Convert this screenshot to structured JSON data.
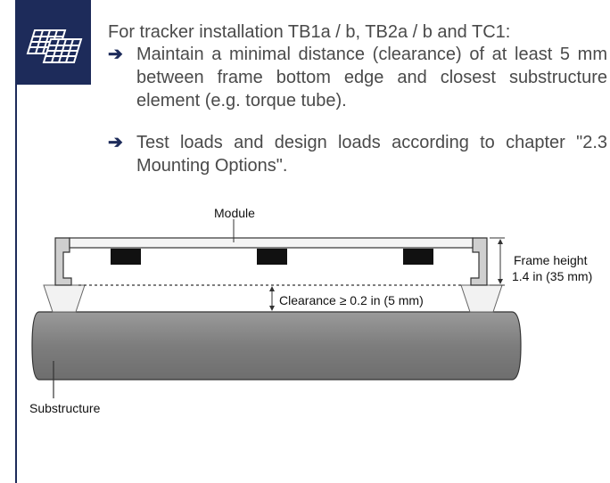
{
  "icon": {
    "name": "solar-panels-icon"
  },
  "text": {
    "intro": "For tracker installation TB1a / b, TB2a / b and TC1:",
    "bullet1": "Maintain a minimal distance (clearance) of at least 5 mm between frame bottom edge and closest substructure element (e.g. torque tube).",
    "bullet2": "Test loads and design loads according to chapter \"2.3 Mounting Options\".",
    "arrow": "➔"
  },
  "diagram": {
    "module_label": "Module",
    "frame_height_label": "Frame height",
    "frame_height_value": "1.4 in (35 mm)",
    "clearance_label": "Clearance ≥ 0.2 in (5 mm)",
    "substructure_label": "Substructure"
  },
  "colors": {
    "accent": "#1d2b5a",
    "tube": "#888888"
  }
}
